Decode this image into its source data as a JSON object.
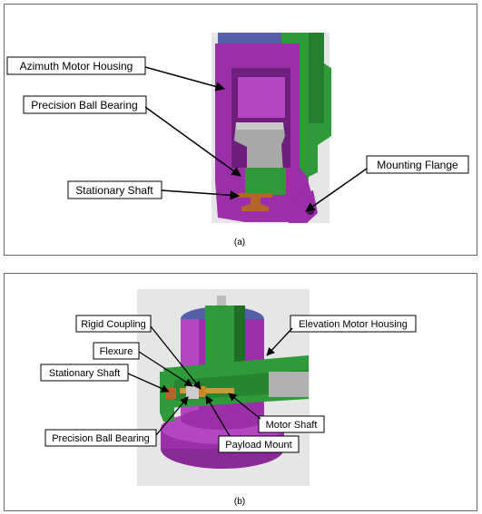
{
  "panel_a": {
    "caption": "(a)",
    "labels": {
      "azimuth_motor_housing": "Azimuth Motor Housing",
      "precision_ball_bearing": "Precision Ball Bearing",
      "stationary_shaft": "Stationary Shaft",
      "mounting_flange": "Mounting Flange"
    }
  },
  "panel_b": {
    "caption": "(b)",
    "labels": {
      "rigid_coupling": "Rigid Coupling",
      "flexure": "Flexure",
      "stationary_shaft": "Stationary Shaft",
      "precision_ball_bearing": "Precision Ball Bearing",
      "elevation_motor_housing": "Elevation Motor Housing",
      "motor_shaft": "Motor Shaft",
      "payload_mount": "Payload Mount"
    }
  },
  "colors": {
    "housing_purple": "#9a2fa8",
    "housing_purple_dark": "#6e1f7d",
    "bracket_green": "#2f9a3a",
    "bracket_green_dark": "#1f6e28",
    "shaft_copper": "#b5652a",
    "motor_gray": "#a9a9a9",
    "cap_blue": "#5560a8"
  }
}
